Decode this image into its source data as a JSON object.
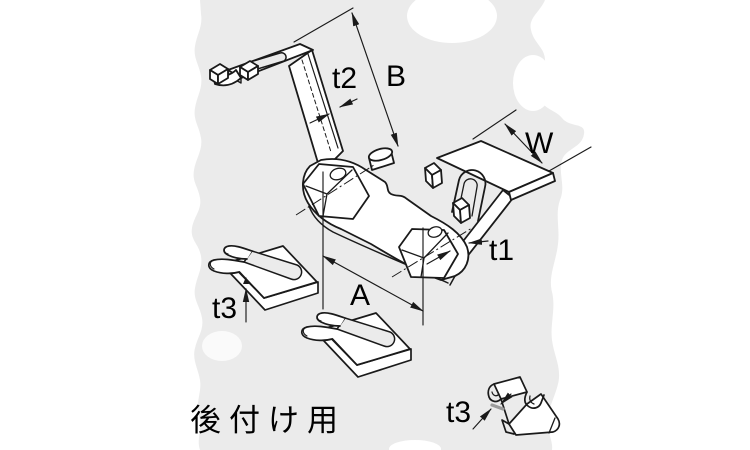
{
  "figure": {
    "caption": "後付け用",
    "labels": {
      "t2": "t2",
      "b": "B",
      "w": "W",
      "t1": "t1",
      "a": "A",
      "t3_left": "t3",
      "t3_detail": "t3"
    },
    "colors": {
      "page_bg": "#ffffff",
      "panel_bg": "#ebebeb",
      "line": "#1a1a1a",
      "text": "#000000"
    }
  }
}
